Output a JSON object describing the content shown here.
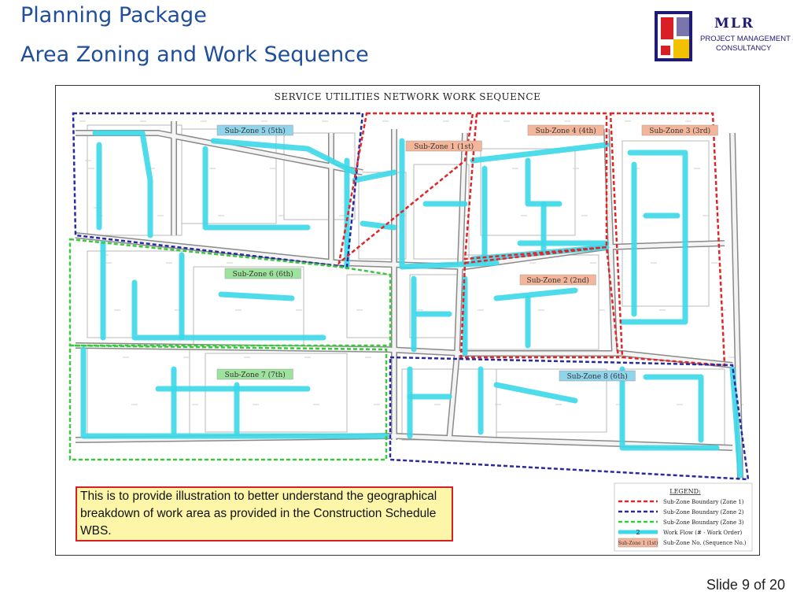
{
  "header": {
    "title": "Planning Package",
    "subtitle": "Area Zoning and Work Sequence"
  },
  "logo": {
    "brand": "MLR",
    "line1": "PROJECT MANAGEMENT &",
    "line2": "CONSULTANCY"
  },
  "map": {
    "title": "SERVICE UTILITIES NETWORK WORK SEQUENCE",
    "colors": {
      "zone1": "#e0262a",
      "zone2": "#2a2aa0",
      "zone3": "#3cc83c",
      "flow": "#3cd8e8",
      "label_orange": "#f4b69a",
      "label_blue": "#8fd4ea",
      "label_green": "#9de29d"
    },
    "subzones": [
      {
        "label": "Sub-Zone 1 (1st)",
        "color": "label_orange"
      },
      {
        "label": "Sub-Zone 2 (2nd)",
        "color": "label_orange"
      },
      {
        "label": "Sub-Zone 3 (3rd)",
        "color": "label_orange"
      },
      {
        "label": "Sub-Zone 4 (4th)",
        "color": "label_orange"
      },
      {
        "label": "Sub-Zone 5 (5th)",
        "color": "label_blue"
      },
      {
        "label": "Sub-Zone 6 (6th)",
        "color": "label_green"
      },
      {
        "label": "Sub-Zone 7 (7th)",
        "color": "label_green"
      },
      {
        "label": "Sub-Zone 8 (6th)",
        "color": "label_blue"
      }
    ],
    "legend": {
      "title": "LEGEND:",
      "items": [
        {
          "label": "Sub-Zone Boundary (Zone 1)",
          "kind": "zone1"
        },
        {
          "label": "Sub-Zone Boundary (Zone 2)",
          "kind": "zone2"
        },
        {
          "label": "Sub-Zone Boundary (Zone 3)",
          "kind": "zone3"
        },
        {
          "label": "Work Flow (# - Work Order)",
          "kind": "flow",
          "marker": "2"
        },
        {
          "label": "Sub-Zone No. (Sequence No.)",
          "kind": "tag",
          "marker": "Sub-Zone 1 (1st)"
        }
      ]
    }
  },
  "note": {
    "text": "This is to provide illustration to better understand the geographical breakdown of work area as provided in the Construction Schedule WBS."
  },
  "footer": {
    "slide": "Slide 9 of 20"
  }
}
